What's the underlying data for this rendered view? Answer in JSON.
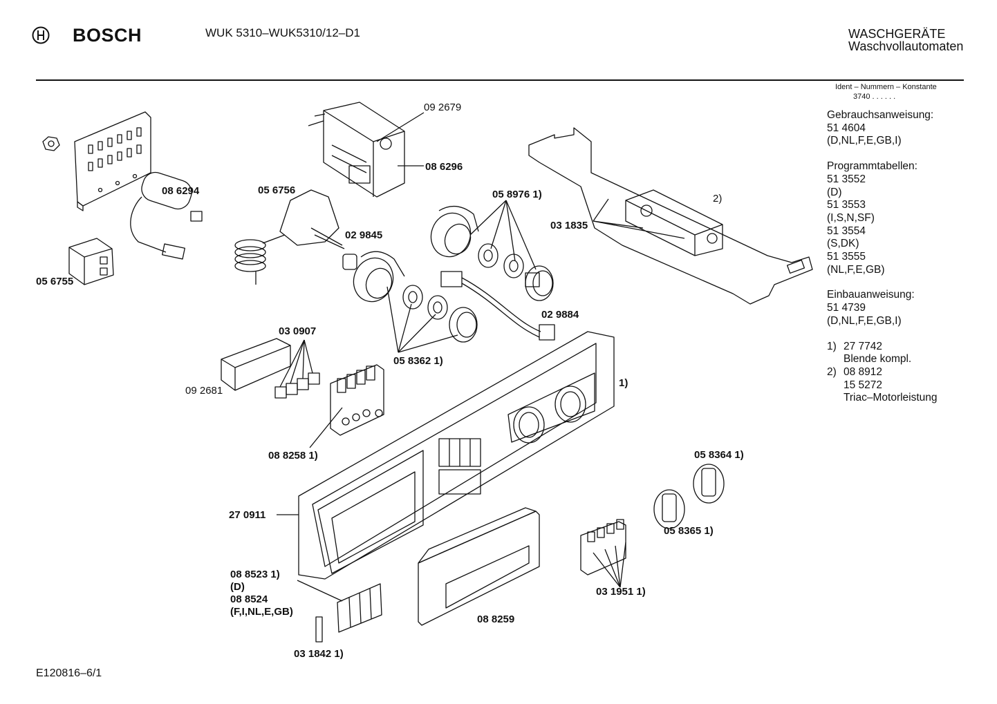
{
  "header": {
    "brand": "BOSCH",
    "model": "WUK 5310–WUK5310/12–D1",
    "category": "WASCHGERÄTE",
    "subcategory": "Waschvollautomaten"
  },
  "sidebar": {
    "ident_label": "Ident – Nummern – Konstante",
    "ident_value": "3740 . . . . . .",
    "gebrauch": {
      "title": "Gebrauchsanweisung:",
      "number": "51 4604",
      "langs": "(D,NL,F,E,GB,I)"
    },
    "programm": {
      "title": "Programmtabellen:",
      "entries": [
        {
          "number": "51 3552",
          "langs": "(D)"
        },
        {
          "number": "51 3553",
          "langs": "(I,S,N,SF)"
        },
        {
          "number": "51 3554",
          "langs": "(S,DK)"
        },
        {
          "number": "51 3555",
          "langs": "(NL,F,E,GB)"
        }
      ]
    },
    "einbau": {
      "title": "Einbauanweisung:",
      "number": "51 4739",
      "langs": "(D,NL,F,E,GB,I)"
    },
    "footnotes": [
      {
        "marker": "1)",
        "number": "27 7742",
        "desc": "Blende kompl."
      },
      {
        "marker": "2)",
        "number": "08 8912",
        "number2": "15 5272",
        "desc": "Triac–Motorleistung"
      }
    ]
  },
  "parts": {
    "p092679": "09 2679",
    "p086296": "08 6296",
    "p086294": "08 6294",
    "p056756": "05 6756",
    "p056755": "05 6755",
    "p029845": "02 9845",
    "p058976": "05 8976 1)",
    "p031835": "03 1835",
    "p_note2": "2)",
    "p029884": "02 9884",
    "p030907": "03 0907",
    "p092681": "09 2681",
    "p058362": "05 8362 1)",
    "p_note1": "1)",
    "p088258": "08 8258 1)",
    "p270911": "27 0911",
    "p058364": "05 8364 1)",
    "p058365": "05 8365 1)",
    "p088523": "08 8523 1)",
    "p088523_d": "(D)",
    "p088524": "08 8524",
    "p088524_l": "(F,I,NL,E,GB)",
    "p031842": "03 1842 1)",
    "p088259": "08 8259",
    "p031951": "03 1951 1)"
  },
  "footer": {
    "code": "E120816–6/1"
  }
}
